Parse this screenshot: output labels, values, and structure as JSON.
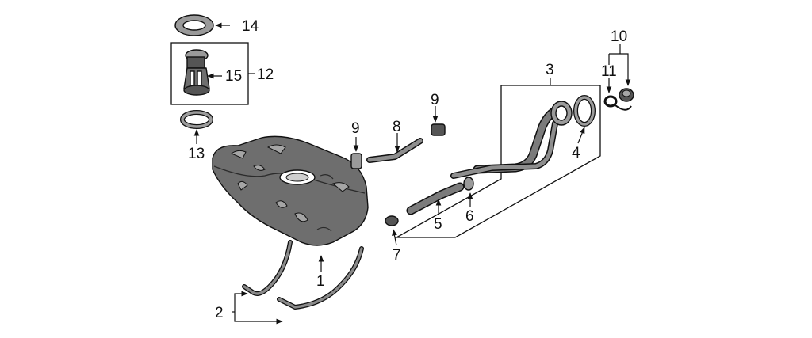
{
  "labels": {
    "l1": "1",
    "l2": "2",
    "l3": "3",
    "l4": "4",
    "l5": "5",
    "l6": "6",
    "l7": "7",
    "l8": "8",
    "l9a": "9",
    "l9b": "9",
    "l10": "10",
    "l11": "11",
    "l12": "12",
    "l13": "13",
    "l14": "14",
    "l15": "15"
  }
}
